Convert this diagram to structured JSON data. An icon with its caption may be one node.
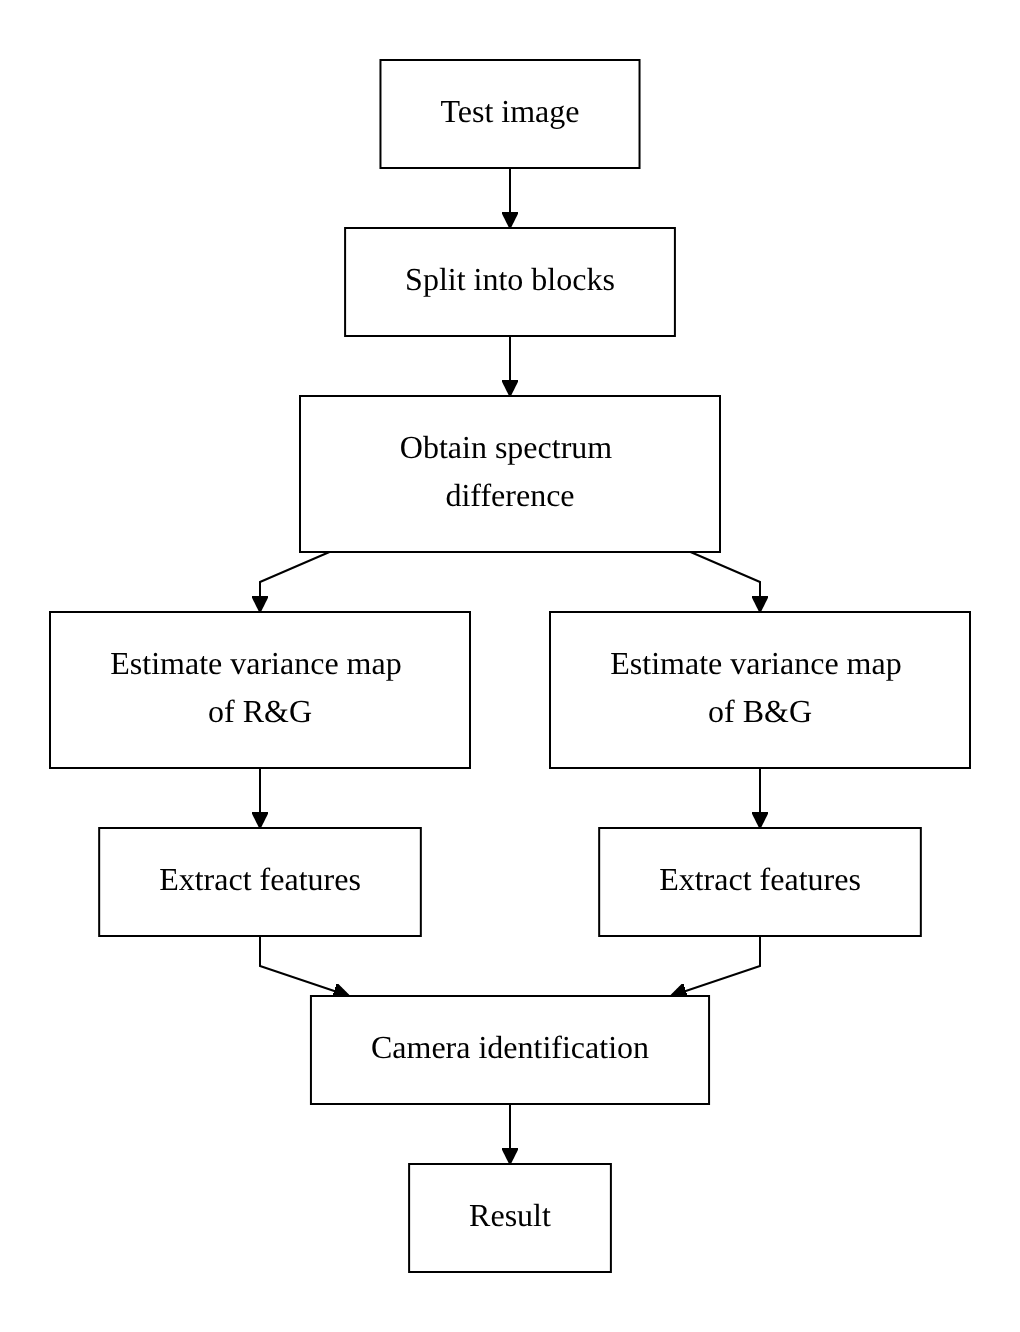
{
  "diagram": {
    "nodes": [
      {
        "text": [
          "Test image"
        ]
      },
      {
        "text": [
          "Split into blocks"
        ]
      },
      {
        "text": [
          "Obtain spectrum difference"
        ]
      },
      {
        "text": [
          "Estimate variance map of R&G"
        ]
      },
      {
        "text": [
          "Estimate variance map of B&G"
        ]
      },
      {
        "text": [
          "Extract features"
        ]
      },
      {
        "text": [
          "Extract features"
        ]
      },
      {
        "text": [
          "Camera identification"
        ]
      },
      {
        "text": [
          "Result"
        ]
      }
    ],
    "edges": [
      {
        "from": 0,
        "to": 1,
        "arrow": "to"
      },
      {
        "from": 1,
        "to": 2,
        "arrow": "to"
      },
      {
        "from": 2,
        "to": 3,
        "arrow": "to"
      },
      {
        "from": 2,
        "to": 4,
        "arrow": "to"
      },
      {
        "from": 3,
        "to": 5,
        "arrow": "to"
      },
      {
        "from": 4,
        "to": 6,
        "arrow": "to"
      },
      {
        "from": 5,
        "to": 7,
        "arrow": "to"
      },
      {
        "from": 6,
        "to": 7,
        "arrow": "to"
      },
      {
        "from": 7,
        "to": 8,
        "arrow": "to"
      }
    ]
  }
}
